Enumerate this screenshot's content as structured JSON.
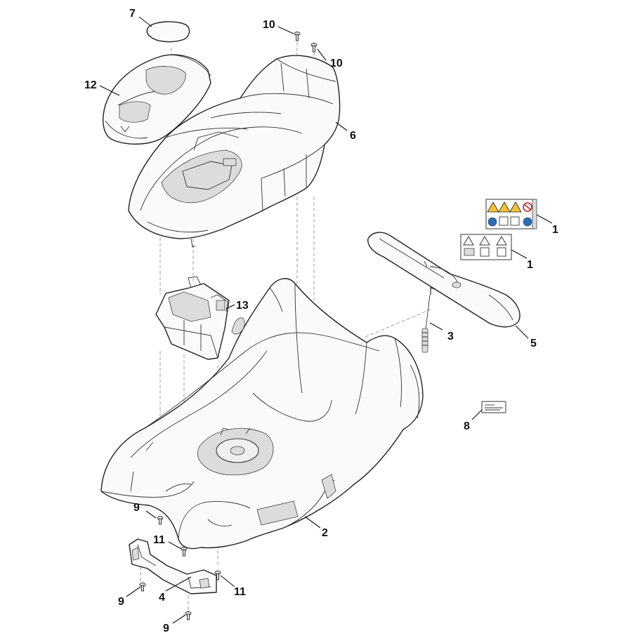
{
  "callouts": {
    "c1a": "1",
    "c1b": "1",
    "c2": "2",
    "c3": "3",
    "c4": "4",
    "c5": "5",
    "c6": "6",
    "c7": "7",
    "c8": "8",
    "c9a": "9",
    "c9b": "9",
    "c9c": "9",
    "c10a": "10",
    "c10b": "10",
    "c11a": "11",
    "c11b": "11",
    "c12": "12",
    "c13": "13"
  }
}
